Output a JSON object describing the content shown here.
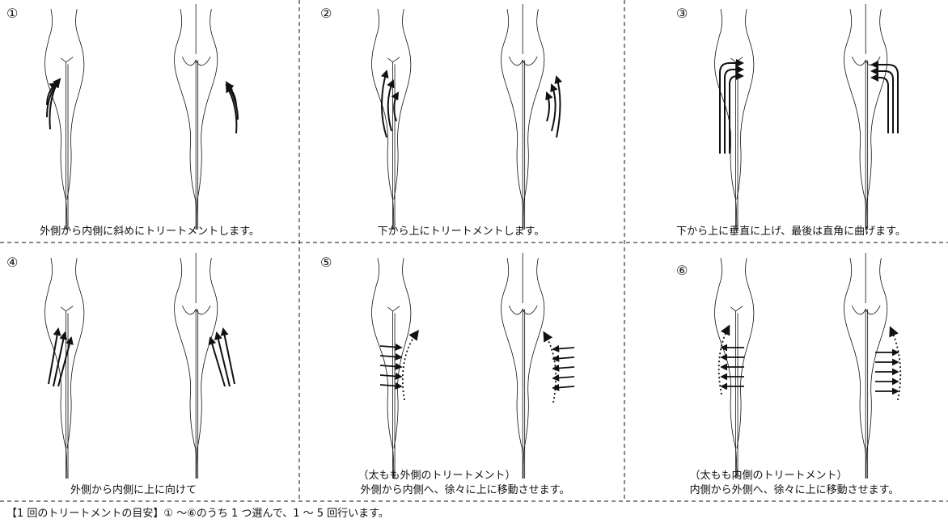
{
  "panels": [
    {
      "number": "①",
      "caption_lines": [
        "外側から内側に斜めにトリートメントします。"
      ]
    },
    {
      "number": "②",
      "caption_lines": [
        "下から上にトリートメントします。"
      ]
    },
    {
      "number": "③",
      "caption_lines": [
        "下から上に垂直に上げ、最後は直角に曲げます。"
      ]
    },
    {
      "number": "④",
      "caption_lines": [
        "外側から内側に上に向けて"
      ]
    },
    {
      "number": "⑤",
      "caption_lines": [
        "（太もも外側のトリートメント）",
        "外側から内側へ、徐々に上に移動させます。"
      ]
    },
    {
      "number": "⑥",
      "caption_lines": [
        "（太もも内側のトリートメント）",
        "内側から外側へ、徐々に上に移動させます。"
      ]
    }
  ],
  "footer": "【1 回のトリートメントの目安】① ～⑥のうち 1 つ選んで、1 ～ 5 回行います。"
}
